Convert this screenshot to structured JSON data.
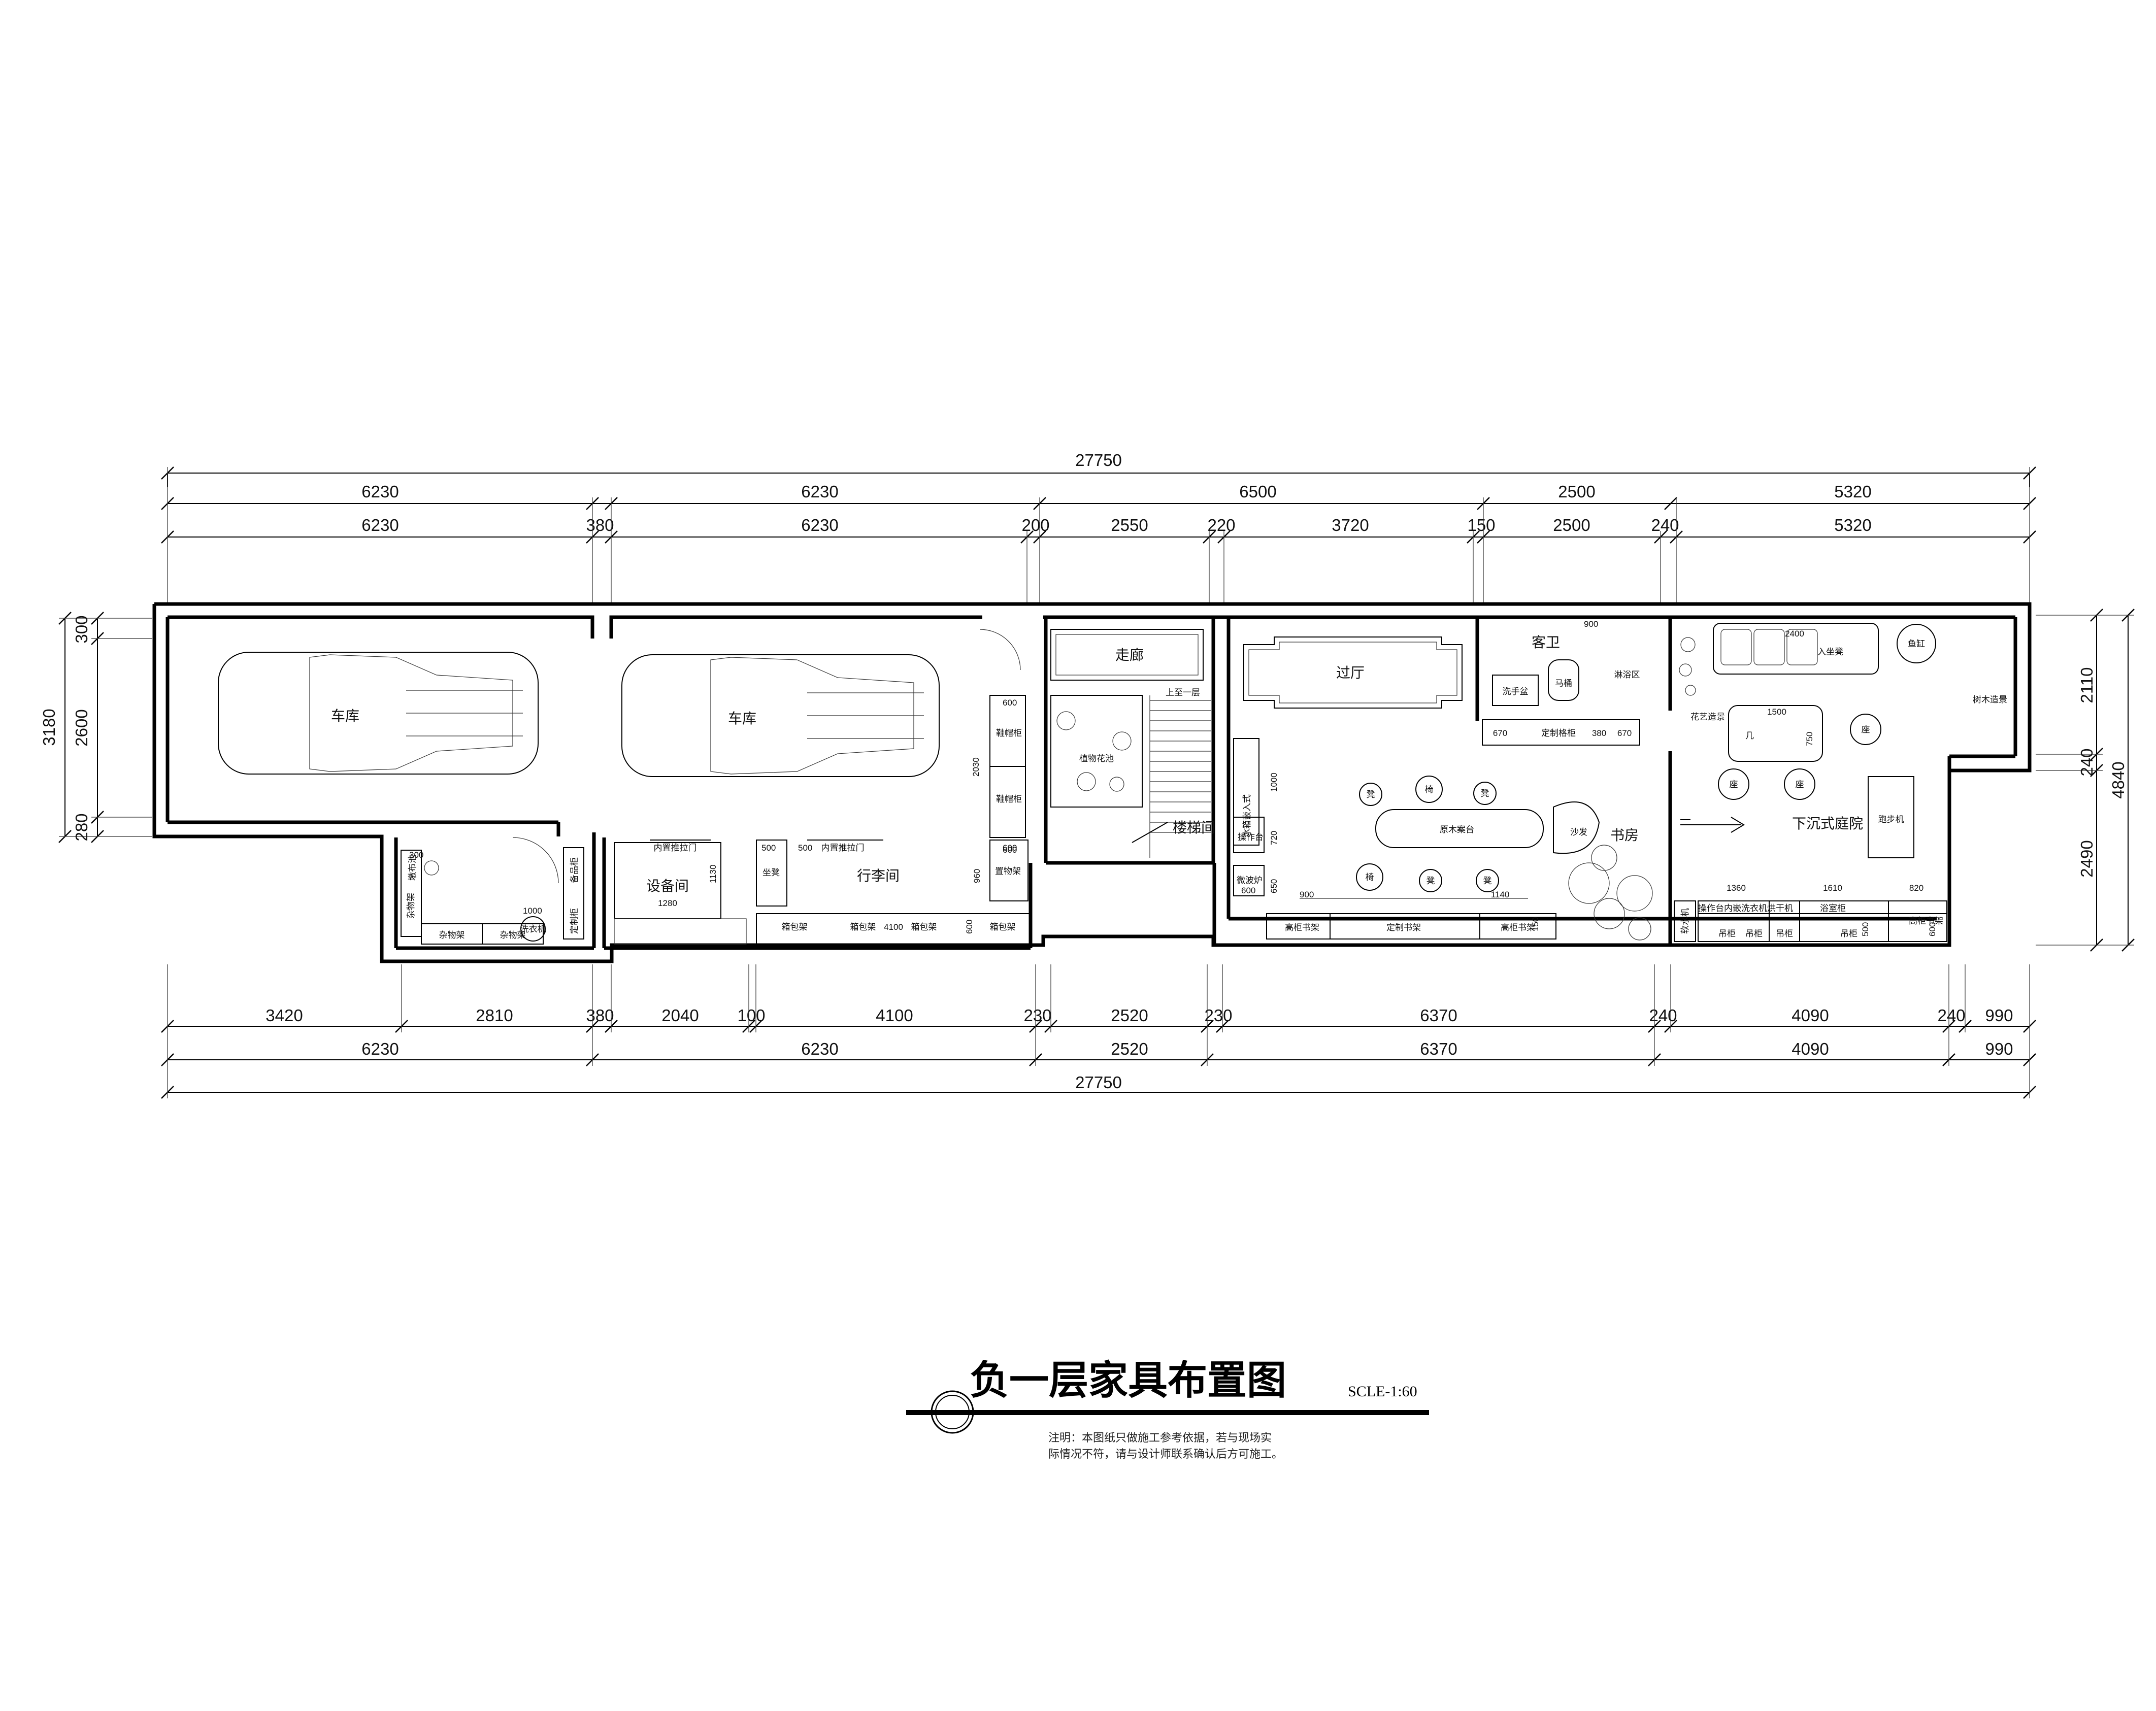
{
  "dims": {
    "top_total": "27750",
    "top_row1": [
      "6230",
      "6230",
      "6500",
      "2500",
      "5320"
    ],
    "top_row2": [
      "6230",
      "380",
      "6230",
      "200",
      "2550",
      "220",
      "3720",
      "150",
      "2500",
      "240",
      "5320"
    ],
    "bottom_row1": [
      "3420",
      "2810",
      "380",
      "2040",
      "100",
      "4100",
      "230",
      "2520",
      "230",
      "6370",
      "240",
      "4090",
      "240",
      "990"
    ],
    "bottom_row2": [
      "6230",
      "6230",
      "2520",
      "6370",
      "4090",
      "990"
    ],
    "bottom_total": "27750",
    "left_total": "3180",
    "left_parts": [
      "300",
      "2600",
      "280"
    ],
    "right_total": "4840",
    "right_parts": [
      "2110",
      "240",
      "2490"
    ]
  },
  "rooms": {
    "garage1": "车库",
    "garage2": "车库",
    "corridor": "走廊",
    "hall": "过厅",
    "guest_bath": "客卫",
    "shower": "淋浴区",
    "toilet": "马桶",
    "sink": "洗手盆",
    "study": "书房",
    "courtyard": "下沉式庭院",
    "equipment": "设备间",
    "luggage": "行李间",
    "stairs": "楼梯间",
    "up_label": "上至一层",
    "planter": "植物花池",
    "tree": "树木造景",
    "fish": "鱼缸",
    "treadmill": "跑步机",
    "flower": "花艺造景",
    "sofa": "沙发",
    "table": "原木案台"
  },
  "labels": {
    "sliding_door1": "内置推拉门",
    "sliding_door2": "内置推拉门",
    "shoe1": "鞋帽柜",
    "shoe2": "鞋帽柜",
    "rack": "置物架",
    "bag1": "箱包架",
    "bag2": "箱包架",
    "bag3": "箱包架",
    "bag4": "箱包架",
    "misc1": "杂物架",
    "misc2": "杂物架",
    "misc3": "杂物架",
    "mop": "墩布池",
    "washer": "洗衣机",
    "spare": "备品柜",
    "custom_cab": "定制柜",
    "custom_cab2": "定制格柜",
    "tall_shelf1": "高柜书架",
    "tall_shelf2": "高柜书架",
    "custom_shelf": "定制书架",
    "work_table": "操作台",
    "microwave": "微波炉",
    "fridge": "冰箱嵌入式",
    "work_inset": "操作台内嵌洗衣机烘干机",
    "bath_cab": "浴室柜",
    "hang1": "吊柜",
    "hang2": "吊柜",
    "hang3": "吊柜",
    "hang4": "吊柜",
    "soft_cab": "软水机",
    "stool": "凳",
    "chair": "椅",
    "seat": "座",
    "ji": "几",
    "side": "坐凳",
    "lounge": "入坐凳"
  },
  "inner_dims": {
    "d600a": "600",
    "d600b": "600",
    "d2030": "2030",
    "d500a": "500",
    "d500b": "500",
    "d1130": "1130",
    "d1280": "1280",
    "d960": "960",
    "d600c": "600",
    "d4100": "4100",
    "d600d": "600",
    "d1000": "1000",
    "d720": "720",
    "d600e": "600",
    "d650": "650",
    "d900a": "900",
    "d1140": "1140",
    "d150": "150",
    "d670a": "670",
    "d670b": "670",
    "d380": "380",
    "d900b": "900",
    "d2400": "2400",
    "d1500": "1500",
    "d750": "750",
    "d1360": "1360",
    "d1610": "1610",
    "d820": "820",
    "d600f": "600",
    "d300": "300",
    "d1000b": "1000",
    "d500c": "500"
  },
  "title": {
    "main": "负一层家具布置图",
    "scale": "SCLE-1:60",
    "note1": "注明：本图纸只做施工参考依据，若与现场实",
    "note2": "际情况不符，请与设计师联系确认后方可施工。"
  }
}
